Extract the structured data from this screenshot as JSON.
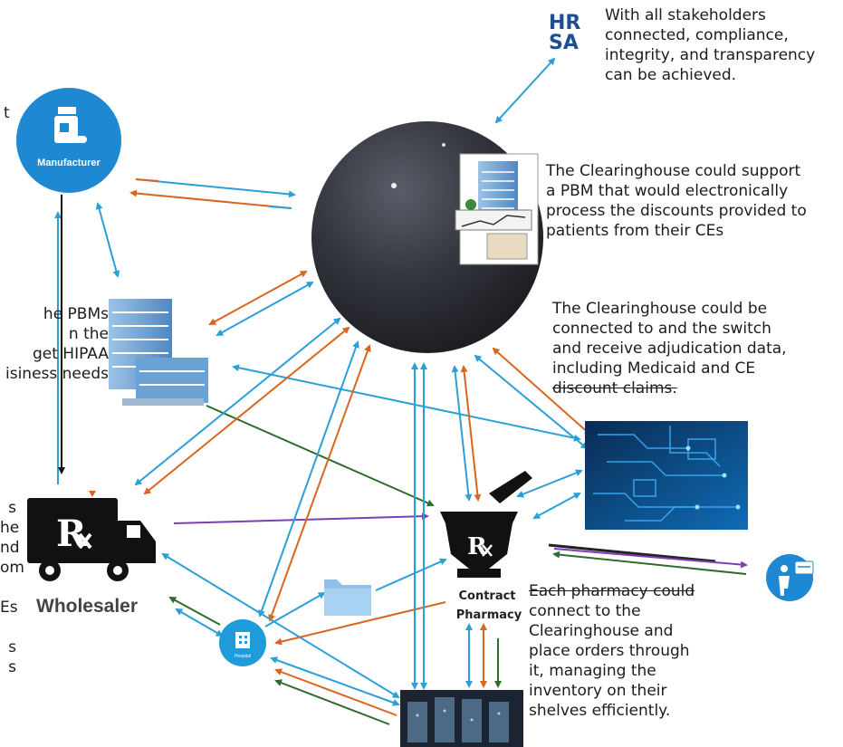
{
  "colors": {
    "blue": "#2b9fd8",
    "orange": "#d9651e",
    "green": "#2e6b2e",
    "purple": "#7d3fb5",
    "black": "#111111",
    "sphere": "#3a3c45",
    "circuit": "#0c6fb3"
  },
  "icons": {
    "hrsa": "hrsa-logo",
    "manufacturer": "pill-bottle-icon",
    "wholesaler": "rx-truck-icon",
    "pharmacy": "mortar-pestle-icon",
    "hospital": "hospital-icon",
    "folder": "folder-icon",
    "patient": "patient-card-icon",
    "building": "office-building-icon",
    "clearinghouse": "clearinghouse-sphere"
  },
  "hrsa_logo": {
    "line1": "HR",
    "line2": "SA"
  },
  "notes": {
    "hrsa": [
      "With all stakeholders",
      "connected, compliance,",
      "integrity, and transparency",
      "can be achieved."
    ],
    "pbm": [
      "The Clearinghouse could support",
      "a PBM that would electronically",
      "process the discounts provided to",
      "patients from their CEs"
    ],
    "switch": [
      "The Clearinghouse could be",
      "connected to and the switch",
      "and receive adjudication data,",
      "including Medicaid and CE",
      "discount claims."
    ],
    "pharmacy": [
      "Each pharmacy could",
      "connect to the",
      "Clearinghouse and",
      "place orders through",
      "it, managing the",
      "inventory on their",
      "shelves efficiently."
    ],
    "left_top": "t",
    "left_mid": [
      "he PBMs",
      "n the",
      "get HIPAA",
      "isiness needs"
    ],
    "left_low": [
      "s",
      "he",
      "nd",
      "om",
      "",
      "Es",
      "",
      "s",
      "s"
    ]
  },
  "labels": {
    "manufacturer": "Manufacturer",
    "wholesaler": "Wholesaler",
    "contract_pharmacy_1": "Contract",
    "contract_pharmacy_2": "Pharmacy",
    "hospital": "Hospital"
  }
}
